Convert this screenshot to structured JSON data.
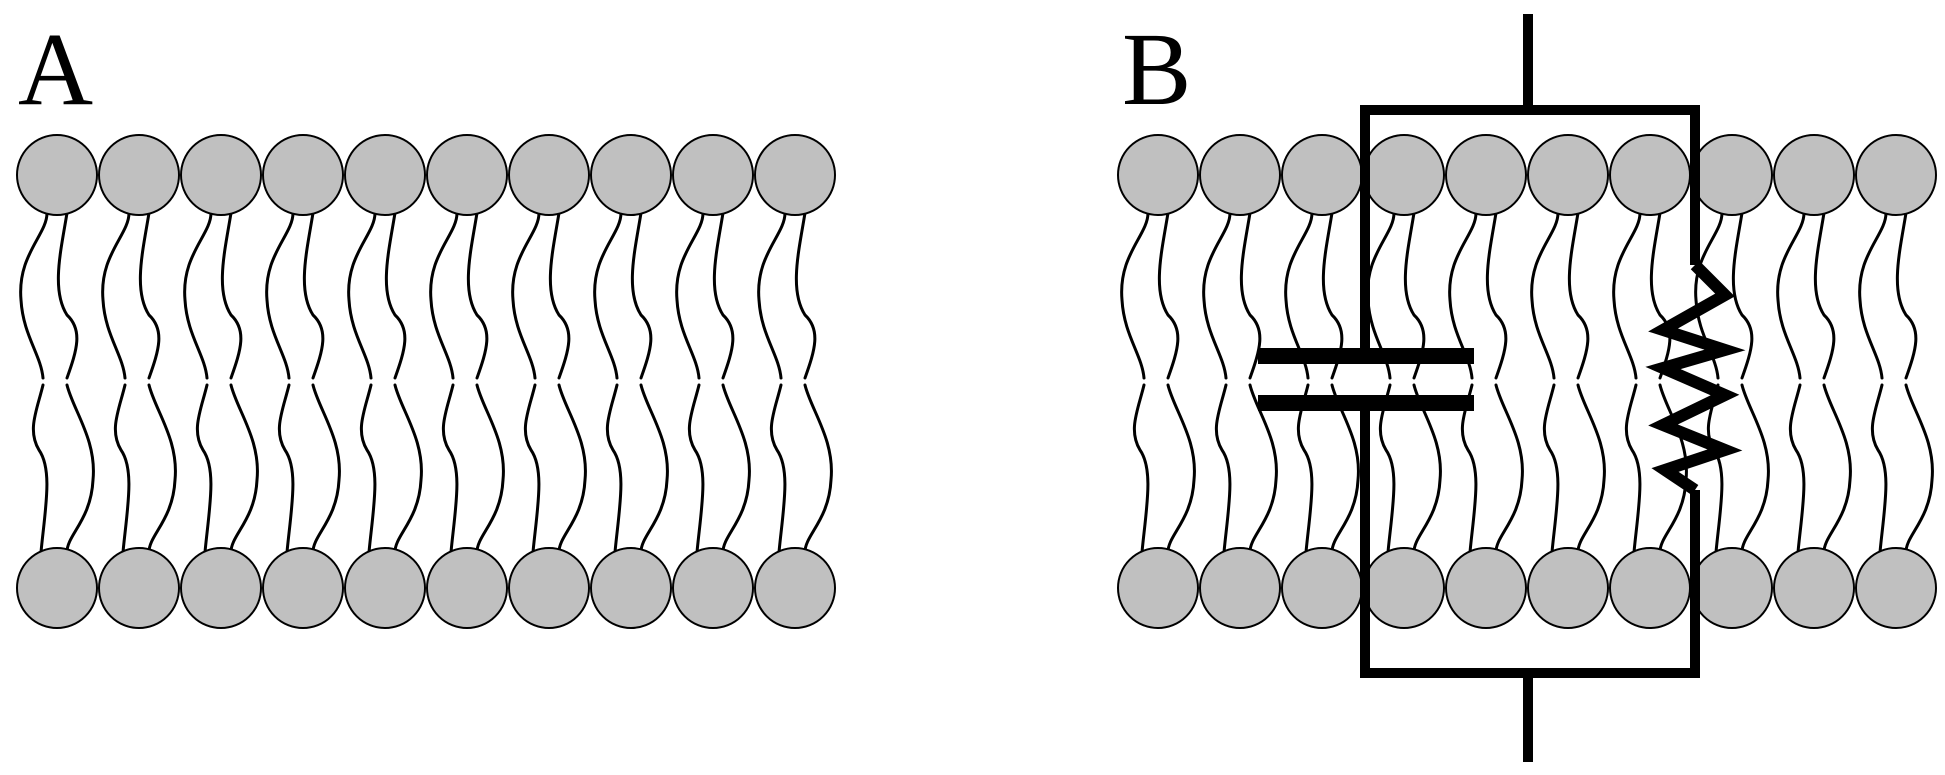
{
  "panels": [
    {
      "label": "A",
      "lipids_per_leaflet": 10,
      "circuit": false
    },
    {
      "label": "B",
      "lipids_per_leaflet": 10,
      "circuit": true,
      "components": [
        "capacitor",
        "resistor"
      ]
    }
  ],
  "colors": {
    "head_fill": "#c0c0c0",
    "line": "#000000",
    "background": "#ffffff"
  }
}
